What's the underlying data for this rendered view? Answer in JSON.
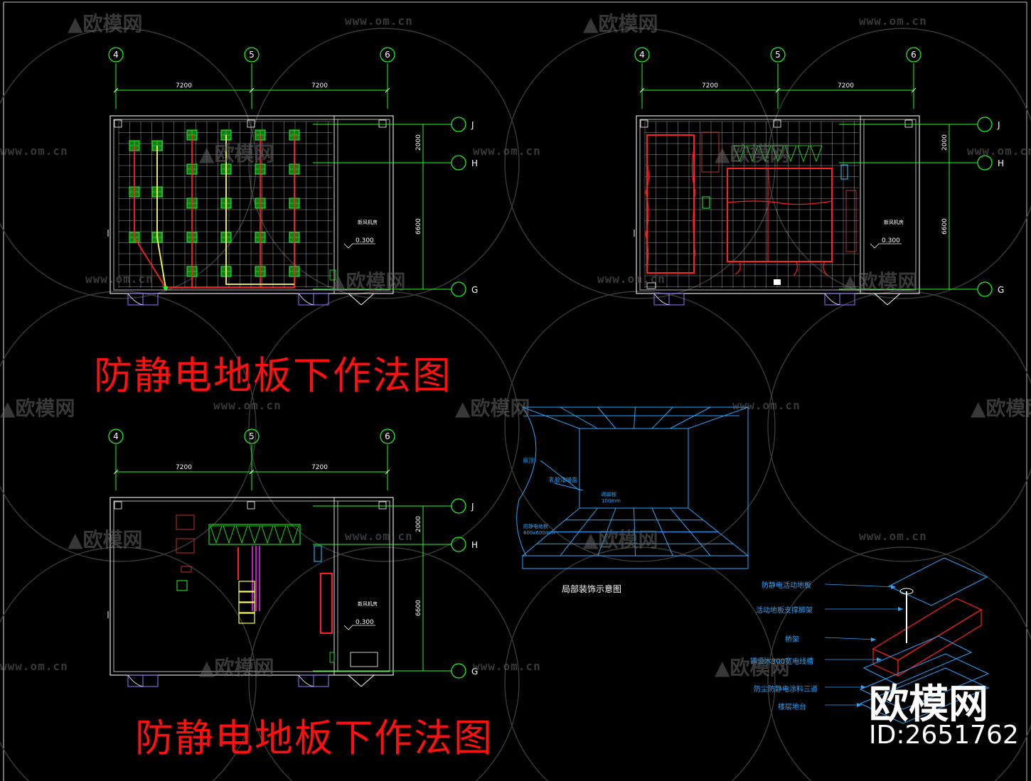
{
  "titles": {
    "plan_top": "防静电地板下作法图",
    "plan_bottom": "防静电地板下作法图",
    "perspective": "局部装饰示意图"
  },
  "axes": {
    "columns": [
      "4",
      "5",
      "6"
    ],
    "rows": [
      "J",
      "H",
      "G"
    ],
    "dims_horizontal": [
      "7200",
      "7200"
    ],
    "dims_vertical": [
      "2000",
      "6600"
    ]
  },
  "room": {
    "label": "新风机房",
    "level": "0.300"
  },
  "perspective_labels": [
    "吊顶",
    "乳胶漆墙面",
    "踢脚板 100mm",
    "防静电地板 600x600mm"
  ],
  "layer_labels": [
    "防静电活动地板",
    "活动地板支撑脚架",
    "桥架",
    "铺设木300宽电线槽",
    "防尘防静电涂料三道",
    "楼层地台"
  ],
  "watermark": {
    "logo_text": "欧模网",
    "url": "www.om.cn"
  },
  "brand": {
    "name": "欧模网",
    "id": "ID:2651762"
  },
  "colors": {
    "background": "#000000",
    "grid": "#cfcfcf",
    "wall": "#e0e0e0",
    "axis_green": "#22ff22",
    "red_cable": "#ff2020",
    "yellow_cable": "#ffff60",
    "cyan_perspective": "#2aa6ff",
    "magenta": "#ff22ff",
    "title_red": "#ff1010"
  }
}
